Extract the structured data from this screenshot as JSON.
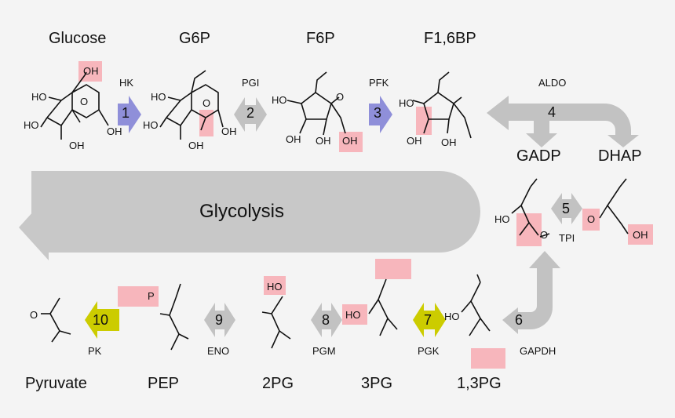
{
  "diagram": {
    "title": "Glycolysis",
    "metabolites": {
      "glucose": "Glucose",
      "g6p": "G6P",
      "f6p": "F6P",
      "f16bp": "F1,6BP",
      "gadp": "GADP",
      "dhap": "DHAP",
      "pg13": "1,3PG",
      "pg3": "3PG",
      "pg2": "2PG",
      "pep": "PEP",
      "pyruvate": "Pyruvate"
    },
    "enzymes": {
      "hk": "HK",
      "pgi": "PGI",
      "pfk": "PFK",
      "aldo": "ALDO",
      "tpi": "TPI",
      "gapdh": "GAPDH",
      "pgk": "PGK",
      "pgm": "PGM",
      "eno": "ENO",
      "pk": "PK"
    },
    "steps": [
      "1",
      "2",
      "3",
      "4",
      "5",
      "6",
      "7",
      "8",
      "9",
      "10"
    ],
    "groups": {
      "oh": "OH",
      "ho": "HO",
      "o": "O",
      "p": "P"
    },
    "colors": {
      "irreversible_kinase": "#8f8fd9",
      "atp_step": "#cccc00",
      "reversible": "#c2c2c2",
      "highlight": "#f7b6bc",
      "background": "#f4f4f4"
    }
  }
}
